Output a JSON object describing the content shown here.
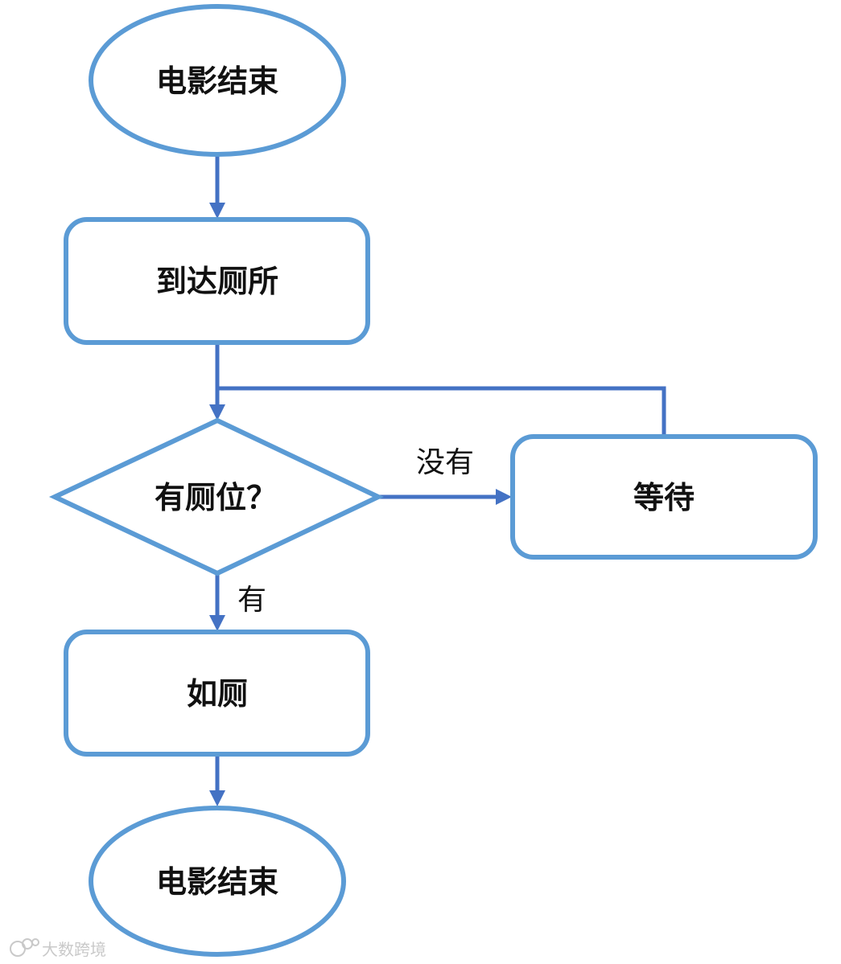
{
  "nodes": {
    "start": "电影结束",
    "arrive": "到达厕所",
    "decision": "有厕位？",
    "wait": "等待",
    "use": "如厕",
    "end": "电影结束"
  },
  "edges": {
    "no_label": "没有",
    "yes_label": "有"
  },
  "watermark": {
    "text": "大数跨境"
  },
  "colors": {
    "node_border": "#5b9bd5",
    "arrow": "#4472c4",
    "text": "#111111"
  }
}
